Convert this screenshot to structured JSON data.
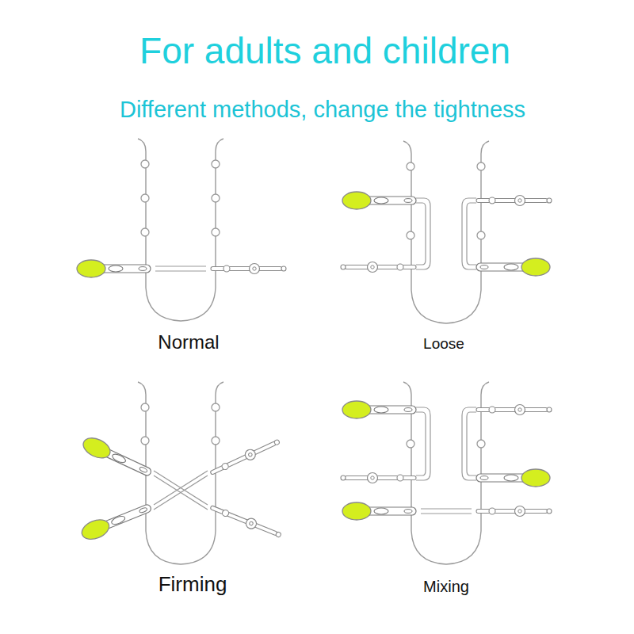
{
  "diagram": {
    "title": "For adults and children",
    "labels": [
      "Different methods, change the tightness",
      "Normal",
      "Loose",
      "Firming",
      "Mixing"
    ]
  }
}
